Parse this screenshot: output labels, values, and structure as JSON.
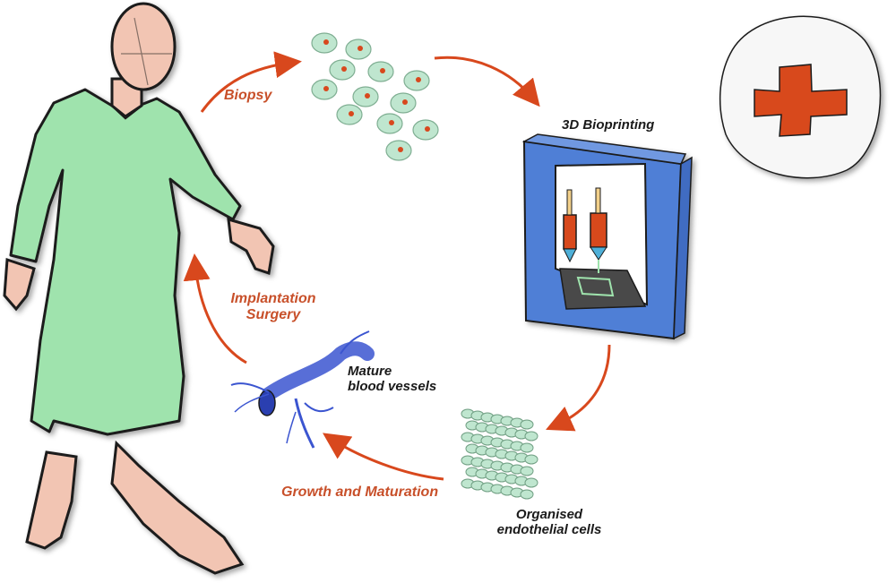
{
  "colors": {
    "gown": "#9fe3ad",
    "skin": "#f2c5b3",
    "accent": "#d8481d",
    "printer": "#4f7fd6",
    "vessel": "#3b55d0",
    "cell": "#bfe6cf",
    "outline": "#1a1a1a"
  },
  "steps": {
    "biopsy": "Biopsy",
    "printing": "3D Bioprinting",
    "organised_line1": "Organised",
    "organised_line2": "endothelial cells",
    "growth": "Growth and Maturation",
    "mature_line1": "Mature",
    "mature_line2": "blood vessels",
    "implant_line1": "Implantation",
    "implant_line2": "Surgery"
  },
  "icons": {
    "hospital": "red-cross-icon"
  }
}
